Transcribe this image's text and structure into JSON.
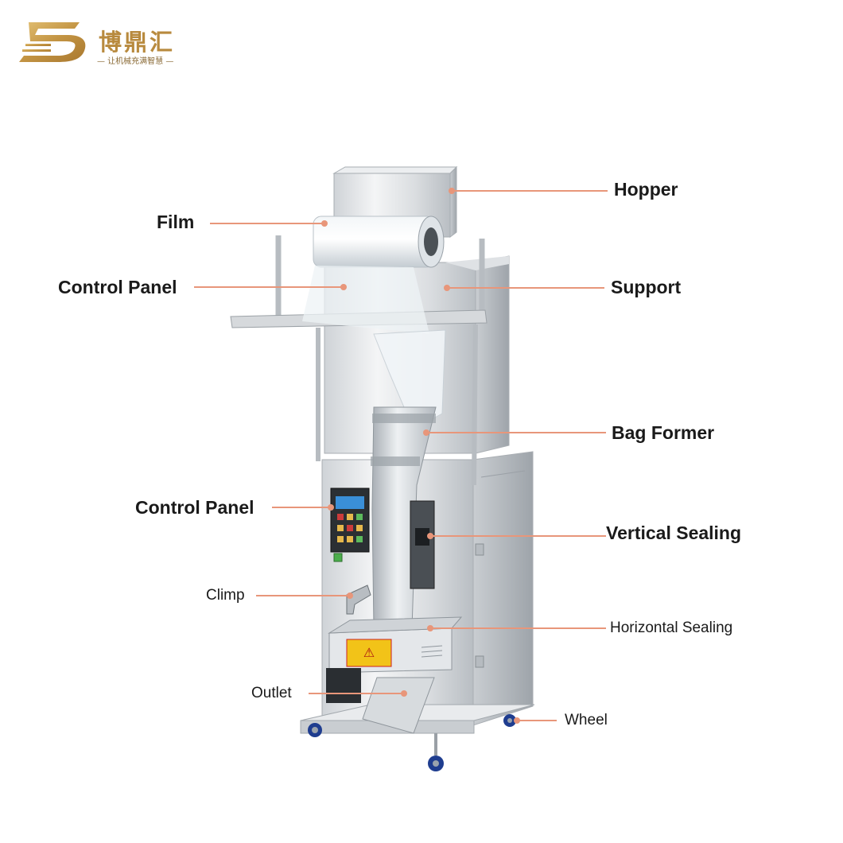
{
  "brand": {
    "name": "博鼎汇",
    "slogan": "— 让机械充满智慧 —",
    "logo_color": "#c9a24d"
  },
  "labels": {
    "hopper": "Hopper",
    "film": "Film",
    "control_panel_top": "Control Panel",
    "support": "Support",
    "bag_former": "Bag Former",
    "control_panel": "Control Panel",
    "vertical_sealing": "Vertical Sealing",
    "climp": "Climp",
    "horizontal_sealing": "Horizontal Sealing",
    "outlet": "Outlet",
    "wheel": "Wheel"
  },
  "warning_sign": "⚠",
  "colors": {
    "leader_line": "#e8967a",
    "steel_light": "#e6e8ea",
    "steel_mid": "#c4c8cc",
    "steel_dark": "#8e9398",
    "warning": "#f2c318"
  }
}
